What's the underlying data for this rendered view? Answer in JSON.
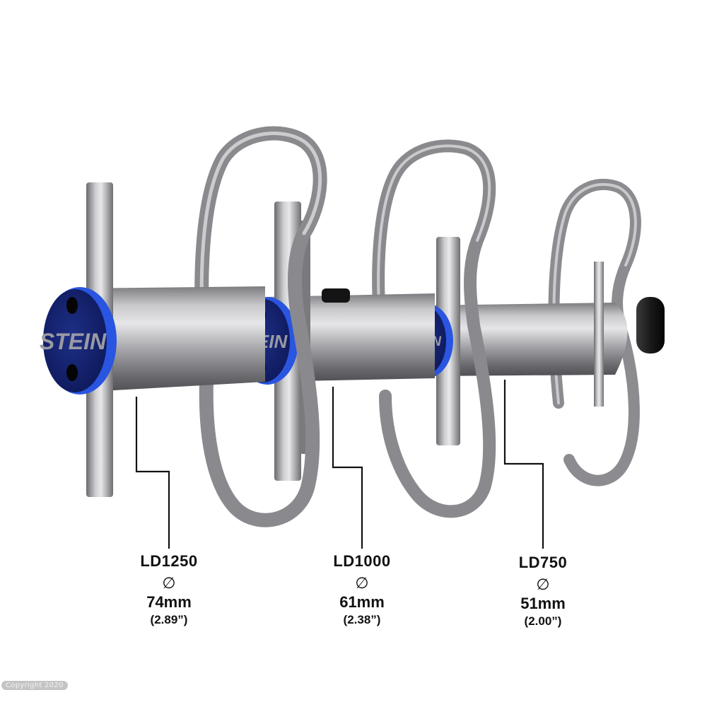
{
  "product": {
    "brand": "STEIN",
    "colors": {
      "cap_blue": "#1a2f8a",
      "cap_rim": "#2a55e0",
      "steel_light": "#d4d4d6",
      "steel_mid": "#9a9a9e",
      "steel_dark": "#5e5e62",
      "rubber_black": "#141414",
      "leader_line": "#111111"
    },
    "items": [
      {
        "model": "LD1250",
        "diameter_symbol": "∅",
        "diameter_mm": "74mm",
        "diameter_in": "(2.89”)"
      },
      {
        "model": "LD1000",
        "diameter_symbol": "∅",
        "diameter_mm": "61mm",
        "diameter_in": "(2.38”)"
      },
      {
        "model": "LD750",
        "diameter_symbol": "∅",
        "diameter_mm": "51mm",
        "diameter_in": "(2.00”)"
      }
    ]
  },
  "watermark": {
    "text": "Copyright 2020"
  }
}
